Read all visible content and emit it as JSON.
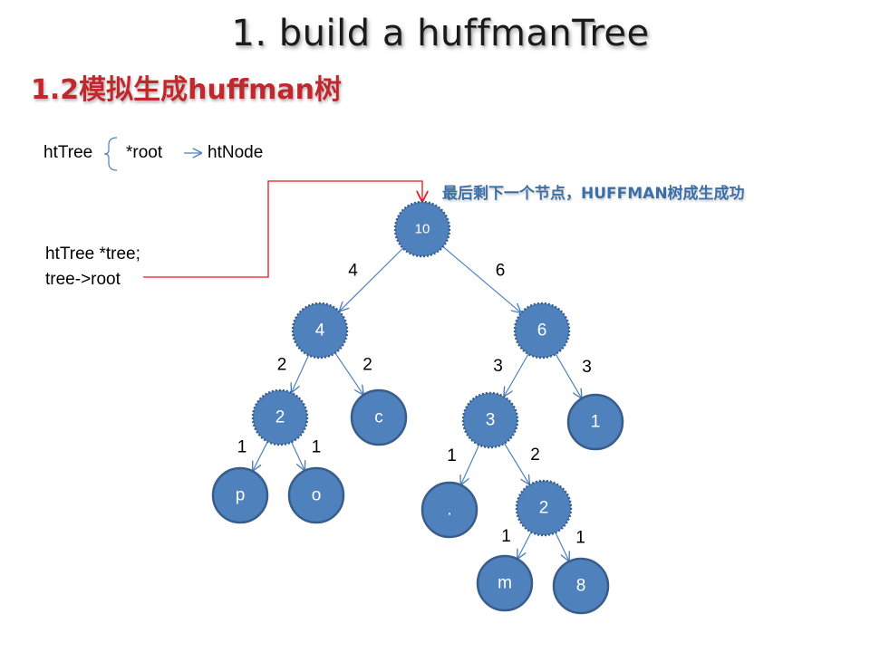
{
  "slide": {
    "title": "1. build a huffmanTree",
    "subtitle": "1.2模拟生成huffman树",
    "struct_def": {
      "type_name": "htTree",
      "member": "*root",
      "target": "htNode"
    },
    "code_lines": [
      "htTree *tree;",
      "tree->root"
    ],
    "notice": "最后剩下一个节点，HUFFMAN树成生成功",
    "colors": {
      "node_fill": "#4f81bd",
      "node_border": "#385d8a",
      "edge": "#4f81bd",
      "pointer": "#e8161c",
      "subtitle": "#c0282d",
      "notice": "#3c6fa8"
    }
  },
  "tree": {
    "nodes": [
      {
        "id": "n10",
        "label": "10",
        "internal": true
      },
      {
        "id": "n4",
        "label": "4",
        "internal": true
      },
      {
        "id": "n6",
        "label": "6",
        "internal": true
      },
      {
        "id": "n2a",
        "label": "2",
        "internal": true
      },
      {
        "id": "nc",
        "label": "c",
        "internal": false
      },
      {
        "id": "n3",
        "label": "3",
        "internal": true
      },
      {
        "id": "n1",
        "label": "1",
        "internal": false
      },
      {
        "id": "np",
        "label": "p",
        "internal": false
      },
      {
        "id": "no",
        "label": "o",
        "internal": false
      },
      {
        "id": "ndot",
        "label": ".",
        "internal": false
      },
      {
        "id": "n2b",
        "label": "2",
        "internal": true
      },
      {
        "id": "nm",
        "label": "m",
        "internal": false
      },
      {
        "id": "n8",
        "label": "8",
        "internal": false
      }
    ],
    "edges": [
      {
        "from": "n10",
        "to": "n4",
        "weight": "4"
      },
      {
        "from": "n10",
        "to": "n6",
        "weight": "6"
      },
      {
        "from": "n4",
        "to": "n2a",
        "weight": "2"
      },
      {
        "from": "n4",
        "to": "nc",
        "weight": "2"
      },
      {
        "from": "n6",
        "to": "n3",
        "weight": "3"
      },
      {
        "from": "n6",
        "to": "n1",
        "weight": "3"
      },
      {
        "from": "n2a",
        "to": "np",
        "weight": "1"
      },
      {
        "from": "n2a",
        "to": "no",
        "weight": "1"
      },
      {
        "from": "n3",
        "to": "ndot",
        "weight": "1"
      },
      {
        "from": "n3",
        "to": "n2b",
        "weight": "2"
      },
      {
        "from": "n2b",
        "to": "nm",
        "weight": "1"
      },
      {
        "from": "n2b",
        "to": "n8",
        "weight": "1"
      }
    ]
  }
}
